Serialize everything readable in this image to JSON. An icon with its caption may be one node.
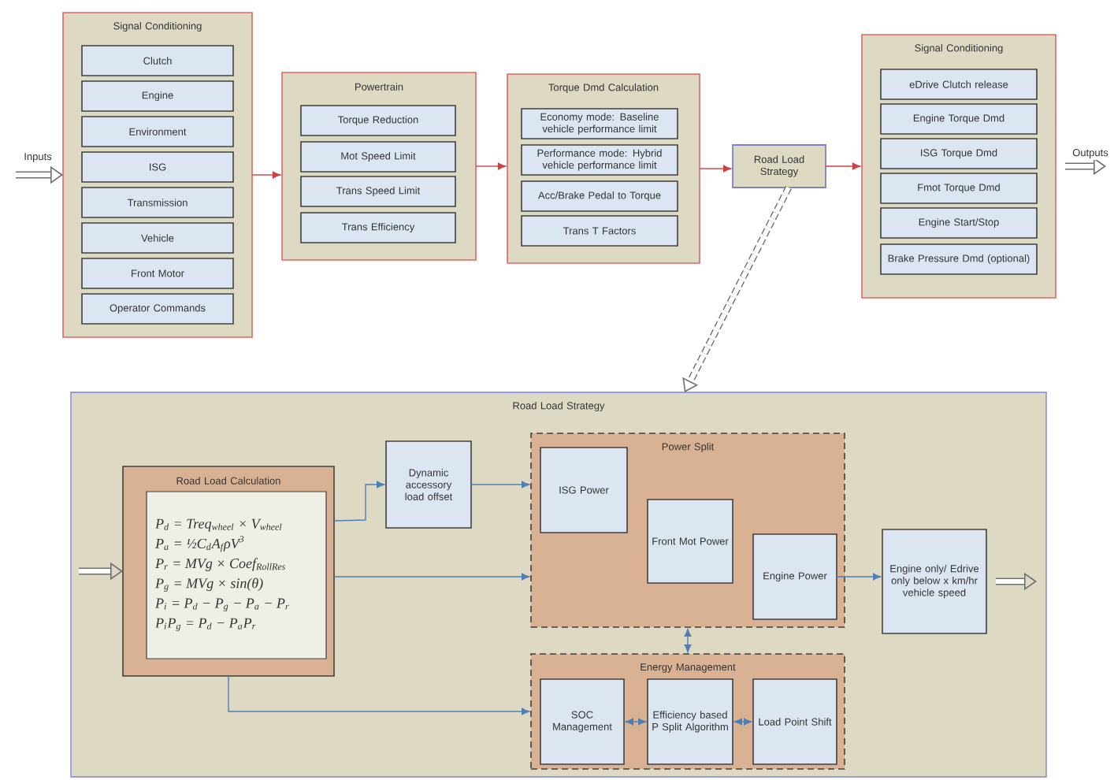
{
  "diagram": {
    "nodes": [
      {
        "text": [
          "Signal Conditioning"
        ]
      },
      {
        "text": [
          "Clutch"
        ],
        "in": 0
      },
      {
        "text": [
          "Engine"
        ],
        "in": 0
      },
      {
        "text": [
          "Environment"
        ],
        "in": 0
      },
      {
        "text": [
          "ISG"
        ],
        "in": 0
      },
      {
        "text": [
          "Transmission"
        ],
        "in": 0
      },
      {
        "text": [
          "Vehicle"
        ],
        "in": 0
      },
      {
        "text": [
          "Front Motor"
        ],
        "in": 0
      },
      {
        "text": [
          "Operator Commands"
        ],
        "in": 0
      },
      {
        "text": [
          "Powertrain"
        ]
      },
      {
        "text": [
          "Torque Reduction"
        ],
        "in": 9
      },
      {
        "text": [
          "Mot Speed Limit"
        ],
        "in": 9
      },
      {
        "text": [
          "Trans Speed Limit"
        ],
        "in": 9
      },
      {
        "text": [
          "Trans Efficiency"
        ],
        "in": 9
      },
      {
        "text": [
          "Torque Dmd Calculation"
        ]
      },
      {
        "text": [
          "Economy mode: Baseline vehicle performance limit"
        ],
        "in": 14
      },
      {
        "text": [
          "Performance mode: Hybrid vehicle performance limit"
        ],
        "in": 14
      },
      {
        "text": [
          "Acc/Brake Pedal to Torque"
        ],
        "in": 14
      },
      {
        "text": [
          "Trans T Factors"
        ],
        "in": 14
      },
      {
        "text": [
          "Road Load Strategy"
        ]
      },
      {
        "text": [
          "Signal Conditioning"
        ]
      },
      {
        "text": [
          "eDrive Clutch release"
        ],
        "in": 20
      },
      {
        "text": [
          "Engine Torque Dmd"
        ],
        "in": 20
      },
      {
        "text": [
          "ISG Torque Dmd"
        ],
        "in": 20
      },
      {
        "text": [
          "Fmot Torque Dmd"
        ],
        "in": 20
      },
      {
        "text": [
          "Engine Start/Stop"
        ],
        "in": 20
      },
      {
        "text": [
          "Brake Pressure Dmd (optional)"
        ],
        "in": 20
      },
      {
        "text": [
          "Road Load Strategy"
        ]
      },
      {
        "text": [
          "Road Load Calculation"
        ],
        "in": 27
      },
      {
        "text": [
          "P$_{d}$ = Treq$_{wheel}$ × V$_{wheel}$",
          "P$_{a}$ = ½C$_{d}$A$_{f}$ρV$^{3}$",
          "P$_{r}$ = MVg × Coef$_{RollRes}$",
          "P$_{g}$ = MVg × sin(θ)",
          "P$_{i}$ = P$_{d}$ − P$_{g}$ − P$_{a}$ − P$_{r}$",
          "P$_{i}$P$_{g}$ = P$_{d}$ − P$_{a}$P$_{r}$"
        ],
        "in": 28
      },
      {
        "text": [
          "Dynamic accessory load offset"
        ],
        "in": 27
      },
      {
        "text": [
          "Power Split"
        ],
        "in": 27
      },
      {
        "text": [
          "ISG Power"
        ],
        "in": 31
      },
      {
        "text": [
          "Front Mot Power"
        ],
        "in": 31
      },
      {
        "text": [
          "Engine Power"
        ],
        "in": 31
      },
      {
        "text": [
          "Energy Management"
        ],
        "in": 27
      },
      {
        "text": [
          "SOC Management"
        ],
        "in": 35
      },
      {
        "text": [
          "Efficiency based P Split Algorithm"
        ],
        "in": 35
      },
      {
        "text": [
          "Load Point Shift"
        ],
        "in": 35
      },
      {
        "text": [
          "Engine only/ Edrive only below x km/hr vehicle speed"
        ],
        "in": 27
      }
    ],
    "edges": [
      {
        "from": null,
        "to": 0,
        "arrow": "to",
        "label": "Inputs",
        "style": "thick",
        "color": "#707070"
      },
      {
        "from": 0,
        "to": 9,
        "arrow": "to",
        "color": "#d04040"
      },
      {
        "from": 9,
        "to": 14,
        "arrow": "to",
        "color": "#d04040"
      },
      {
        "from": 14,
        "to": 19,
        "arrow": "to",
        "color": "#d04040"
      },
      {
        "from": 19,
        "to": 20,
        "arrow": "to",
        "color": "#d04040"
      },
      {
        "from": 20,
        "to": null,
        "arrow": "to",
        "label": "Outputs",
        "style": "thick",
        "color": "#707070"
      },
      {
        "from": 19,
        "to": 27,
        "arrow": "to",
        "style": "dashed",
        "color": "#707070"
      },
      {
        "from": null,
        "to": 28,
        "arrow": "to",
        "style": "thick",
        "color": "#707070"
      },
      {
        "from": 28,
        "to": 30,
        "arrow": "to"
      },
      {
        "from": 30,
        "to": 31,
        "arrow": "to"
      },
      {
        "from": 28,
        "to": 31,
        "arrow": "to"
      },
      {
        "from": 28,
        "to": 35,
        "arrow": "to"
      },
      {
        "from": 34,
        "to": 39,
        "arrow": "to"
      },
      {
        "from": 31,
        "to": 35,
        "arrow": "both"
      },
      {
        "from": 36,
        "to": 37,
        "arrow": "both"
      },
      {
        "from": 37,
        "to": 38,
        "arrow": "both"
      },
      {
        "from": 39,
        "to": null,
        "arrow": "to",
        "style": "thick",
        "color": "#707070"
      }
    ]
  }
}
